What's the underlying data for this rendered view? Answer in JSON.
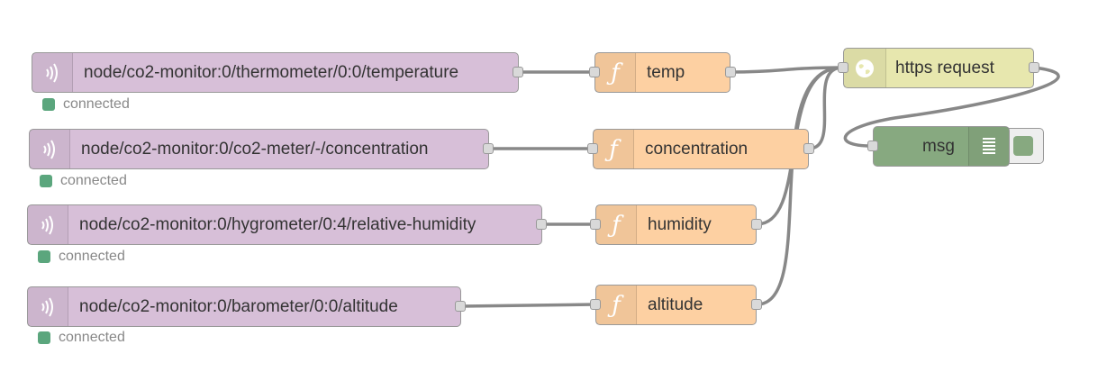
{
  "colors": {
    "input_node": "#d7bfd8",
    "function_node": "#fdd0a2",
    "http_node": "#e7e7ae",
    "debug_node": "#87a980",
    "wire": "#888888",
    "status_connected": "#5ba67d"
  },
  "nodes": {
    "temperature_in": {
      "label": "node/co2-monitor:0/thermometer/0:0/temperature",
      "icon": "bridge-wave-icon",
      "status": "connected"
    },
    "concentration_in": {
      "label": "node/co2-monitor:0/co2-meter/-/concentration",
      "icon": "bridge-wave-icon",
      "status": "connected"
    },
    "humidity_in": {
      "label": "node/co2-monitor:0/hygrometer/0:4/relative-humidity",
      "icon": "bridge-wave-icon",
      "status": "connected"
    },
    "altitude_in": {
      "label": "node/co2-monitor:0/barometer/0:0/altitude",
      "icon": "bridge-wave-icon",
      "status": "connected"
    },
    "fn_temp": {
      "label": "temp",
      "icon": "function-icon"
    },
    "fn_concentration": {
      "label": "concentration",
      "icon": "function-icon"
    },
    "fn_humidity": {
      "label": "humidity",
      "icon": "function-icon"
    },
    "fn_altitude": {
      "label": "altitude",
      "icon": "function-icon"
    },
    "http_request": {
      "label": "https request",
      "icon": "globe-icon"
    },
    "debug_msg": {
      "label": "msg",
      "icon": "debug-list-icon"
    }
  }
}
